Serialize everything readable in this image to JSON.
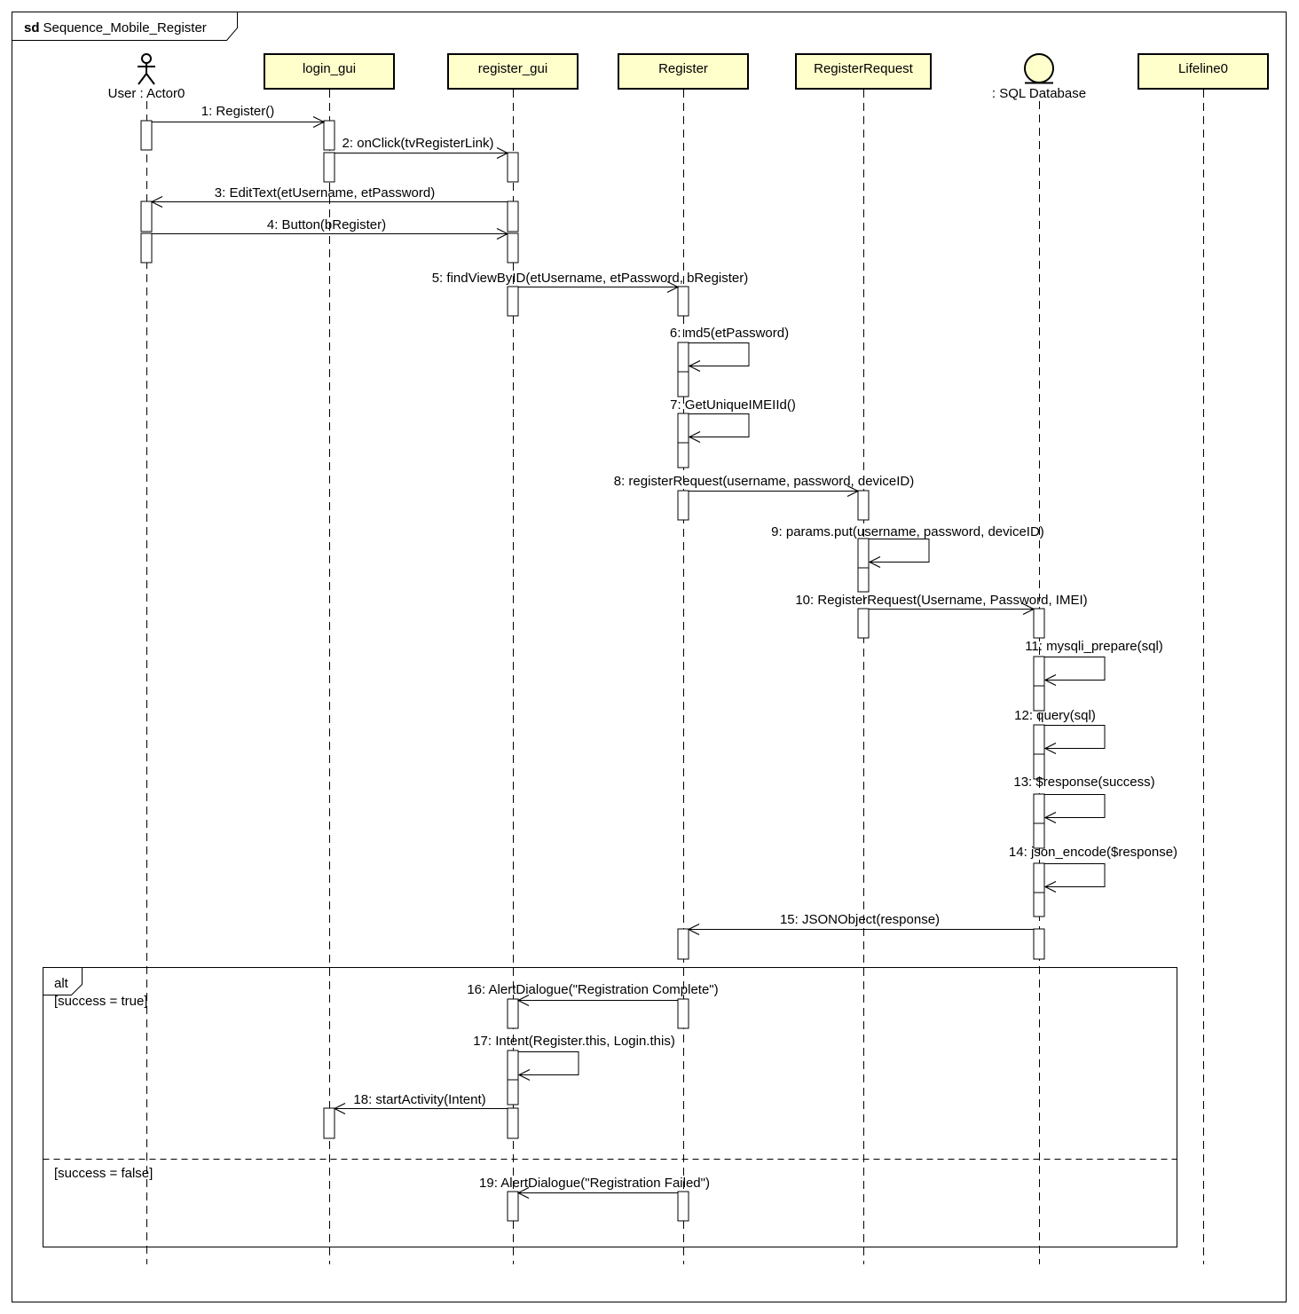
{
  "frame": {
    "keyword": "sd",
    "name": "Sequence_Mobile_Register"
  },
  "colors": {
    "participant_fill": "#FFFFCC",
    "line": "#000000",
    "background": "#FFFFFF"
  },
  "participants": [
    {
      "id": "user",
      "label": "User : Actor0",
      "kind": "actor"
    },
    {
      "id": "login_gui",
      "label": "login_gui",
      "kind": "box"
    },
    {
      "id": "register_gui",
      "label": "register_gui",
      "kind": "box"
    },
    {
      "id": "register",
      "label": "Register",
      "kind": "box"
    },
    {
      "id": "register_request",
      "label": "RegisterRequest",
      "kind": "box"
    },
    {
      "id": "sql_database",
      "label": ": SQL Database",
      "kind": "entity"
    },
    {
      "id": "lifeline0",
      "label": "Lifeline0",
      "kind": "box"
    }
  ],
  "messages": [
    {
      "label": "1: Register()",
      "from": "user",
      "to": "login_gui"
    },
    {
      "label": "2: onClick(tvRegisterLink)",
      "from": "login_gui",
      "to": "register_gui"
    },
    {
      "label": "3: EditText(etUsername, etPassword)",
      "from": "register_gui",
      "to": "user"
    },
    {
      "label": "4: Button(bRegister)",
      "from": "user",
      "to": "register_gui"
    },
    {
      "label": "5: findViewByID(etUsername, etPassword, bRegister)",
      "from": "register_gui",
      "to": "register"
    },
    {
      "label": "6: md5(etPassword)",
      "from": "register",
      "to": "register"
    },
    {
      "label": "7: GetUniqueIMEIId()",
      "from": "register",
      "to": "register"
    },
    {
      "label": "8: registerRequest(username, password, deviceID)",
      "from": "register",
      "to": "register_request"
    },
    {
      "label": "9: params.put(username, password, deviceID)",
      "from": "register_request",
      "to": "register_request"
    },
    {
      "label": "10: RegisterRequest(Username, Password, IMEI)",
      "from": "register_request",
      "to": "sql_database"
    },
    {
      "label": "11: mysqli_prepare(sql)",
      "from": "sql_database",
      "to": "sql_database"
    },
    {
      "label": "12: query(sql)",
      "from": "sql_database",
      "to": "sql_database"
    },
    {
      "label": "13: $response(success)",
      "from": "sql_database",
      "to": "sql_database"
    },
    {
      "label": "14: json_encode($response)",
      "from": "sql_database",
      "to": "sql_database"
    },
    {
      "label": "15: JSONObject(response)",
      "from": "sql_database",
      "to": "register"
    },
    {
      "label": "16: AlertDialogue(\"Registration Complete\")",
      "from": "register",
      "to": "register_gui"
    },
    {
      "label": "17: Intent(Register.this, Login.this)",
      "from": "register_gui",
      "to": "register_gui"
    },
    {
      "label": "18: startActivity(Intent)",
      "from": "register_gui",
      "to": "login_gui"
    },
    {
      "label": "19: AlertDialogue(\"Registration Failed\")",
      "from": "register",
      "to": "register_gui"
    }
  ],
  "fragment": {
    "operator": "alt",
    "guards": [
      "[success = true]",
      "[success = false]"
    ]
  }
}
